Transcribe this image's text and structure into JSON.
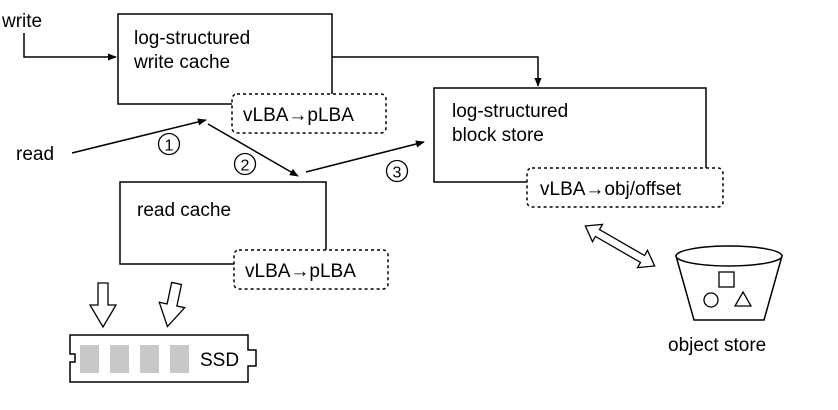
{
  "write_cache": {
    "title_line1": "log-structured",
    "title_line2": "write cache",
    "map_label": "vLBA→pLBA"
  },
  "block_store": {
    "title_line1": "log-structured",
    "title_line2": "block store",
    "map_label": "vLBA→obj/offset"
  },
  "read_cache": {
    "title": "read cache",
    "map_label": "vLBA→pLBA"
  },
  "inputs": {
    "write_label": "write",
    "read_label": "read"
  },
  "steps": [
    "1",
    "2",
    "3"
  ],
  "ssd": {
    "label": "SSD"
  },
  "object_store": {
    "label": "object store"
  }
}
